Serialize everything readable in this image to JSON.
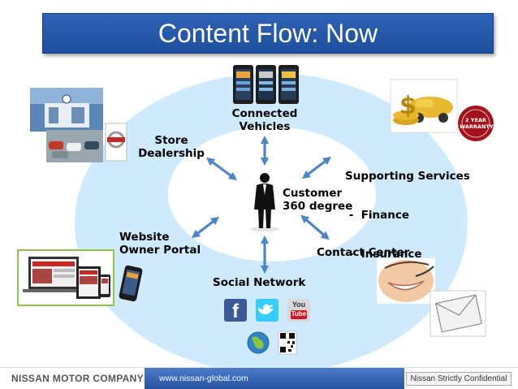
{
  "title": "Content Flow: Now",
  "center": {
    "line1": "Customer",
    "line2": "360 degree"
  },
  "nodes": {
    "connected_vehicles": {
      "line1": "Connected",
      "line2": "Vehicles"
    },
    "store_dealership": {
      "line1": "Store",
      "line2": "Dealership"
    },
    "supporting_services": {
      "line1": "Supporting Services",
      "line2": " -  Finance",
      "line3": " -  Insurance"
    },
    "website_owner_portal": {
      "line1": "Website",
      "line2": "Owner Portal"
    },
    "contact_center": {
      "line1": "Contact Center"
    },
    "social_network": {
      "line1": "Social Network"
    }
  },
  "badges": {
    "warranty_line1": "2 YEAR",
    "warranty_line2": "WARRANTY"
  },
  "social_icons": {
    "facebook": "f",
    "youtube_top": "You",
    "youtube_bottom": "Tube"
  },
  "colors": {
    "title_bar": "#1f4f9e",
    "ring": "#cfeafc",
    "arrow": "#4a86c8"
  },
  "footer": {
    "company": "NISSAN MOTOR COMPANY",
    "url": "www.nissan-global.com",
    "confidential": "Nissan Strictly Confidential"
  }
}
